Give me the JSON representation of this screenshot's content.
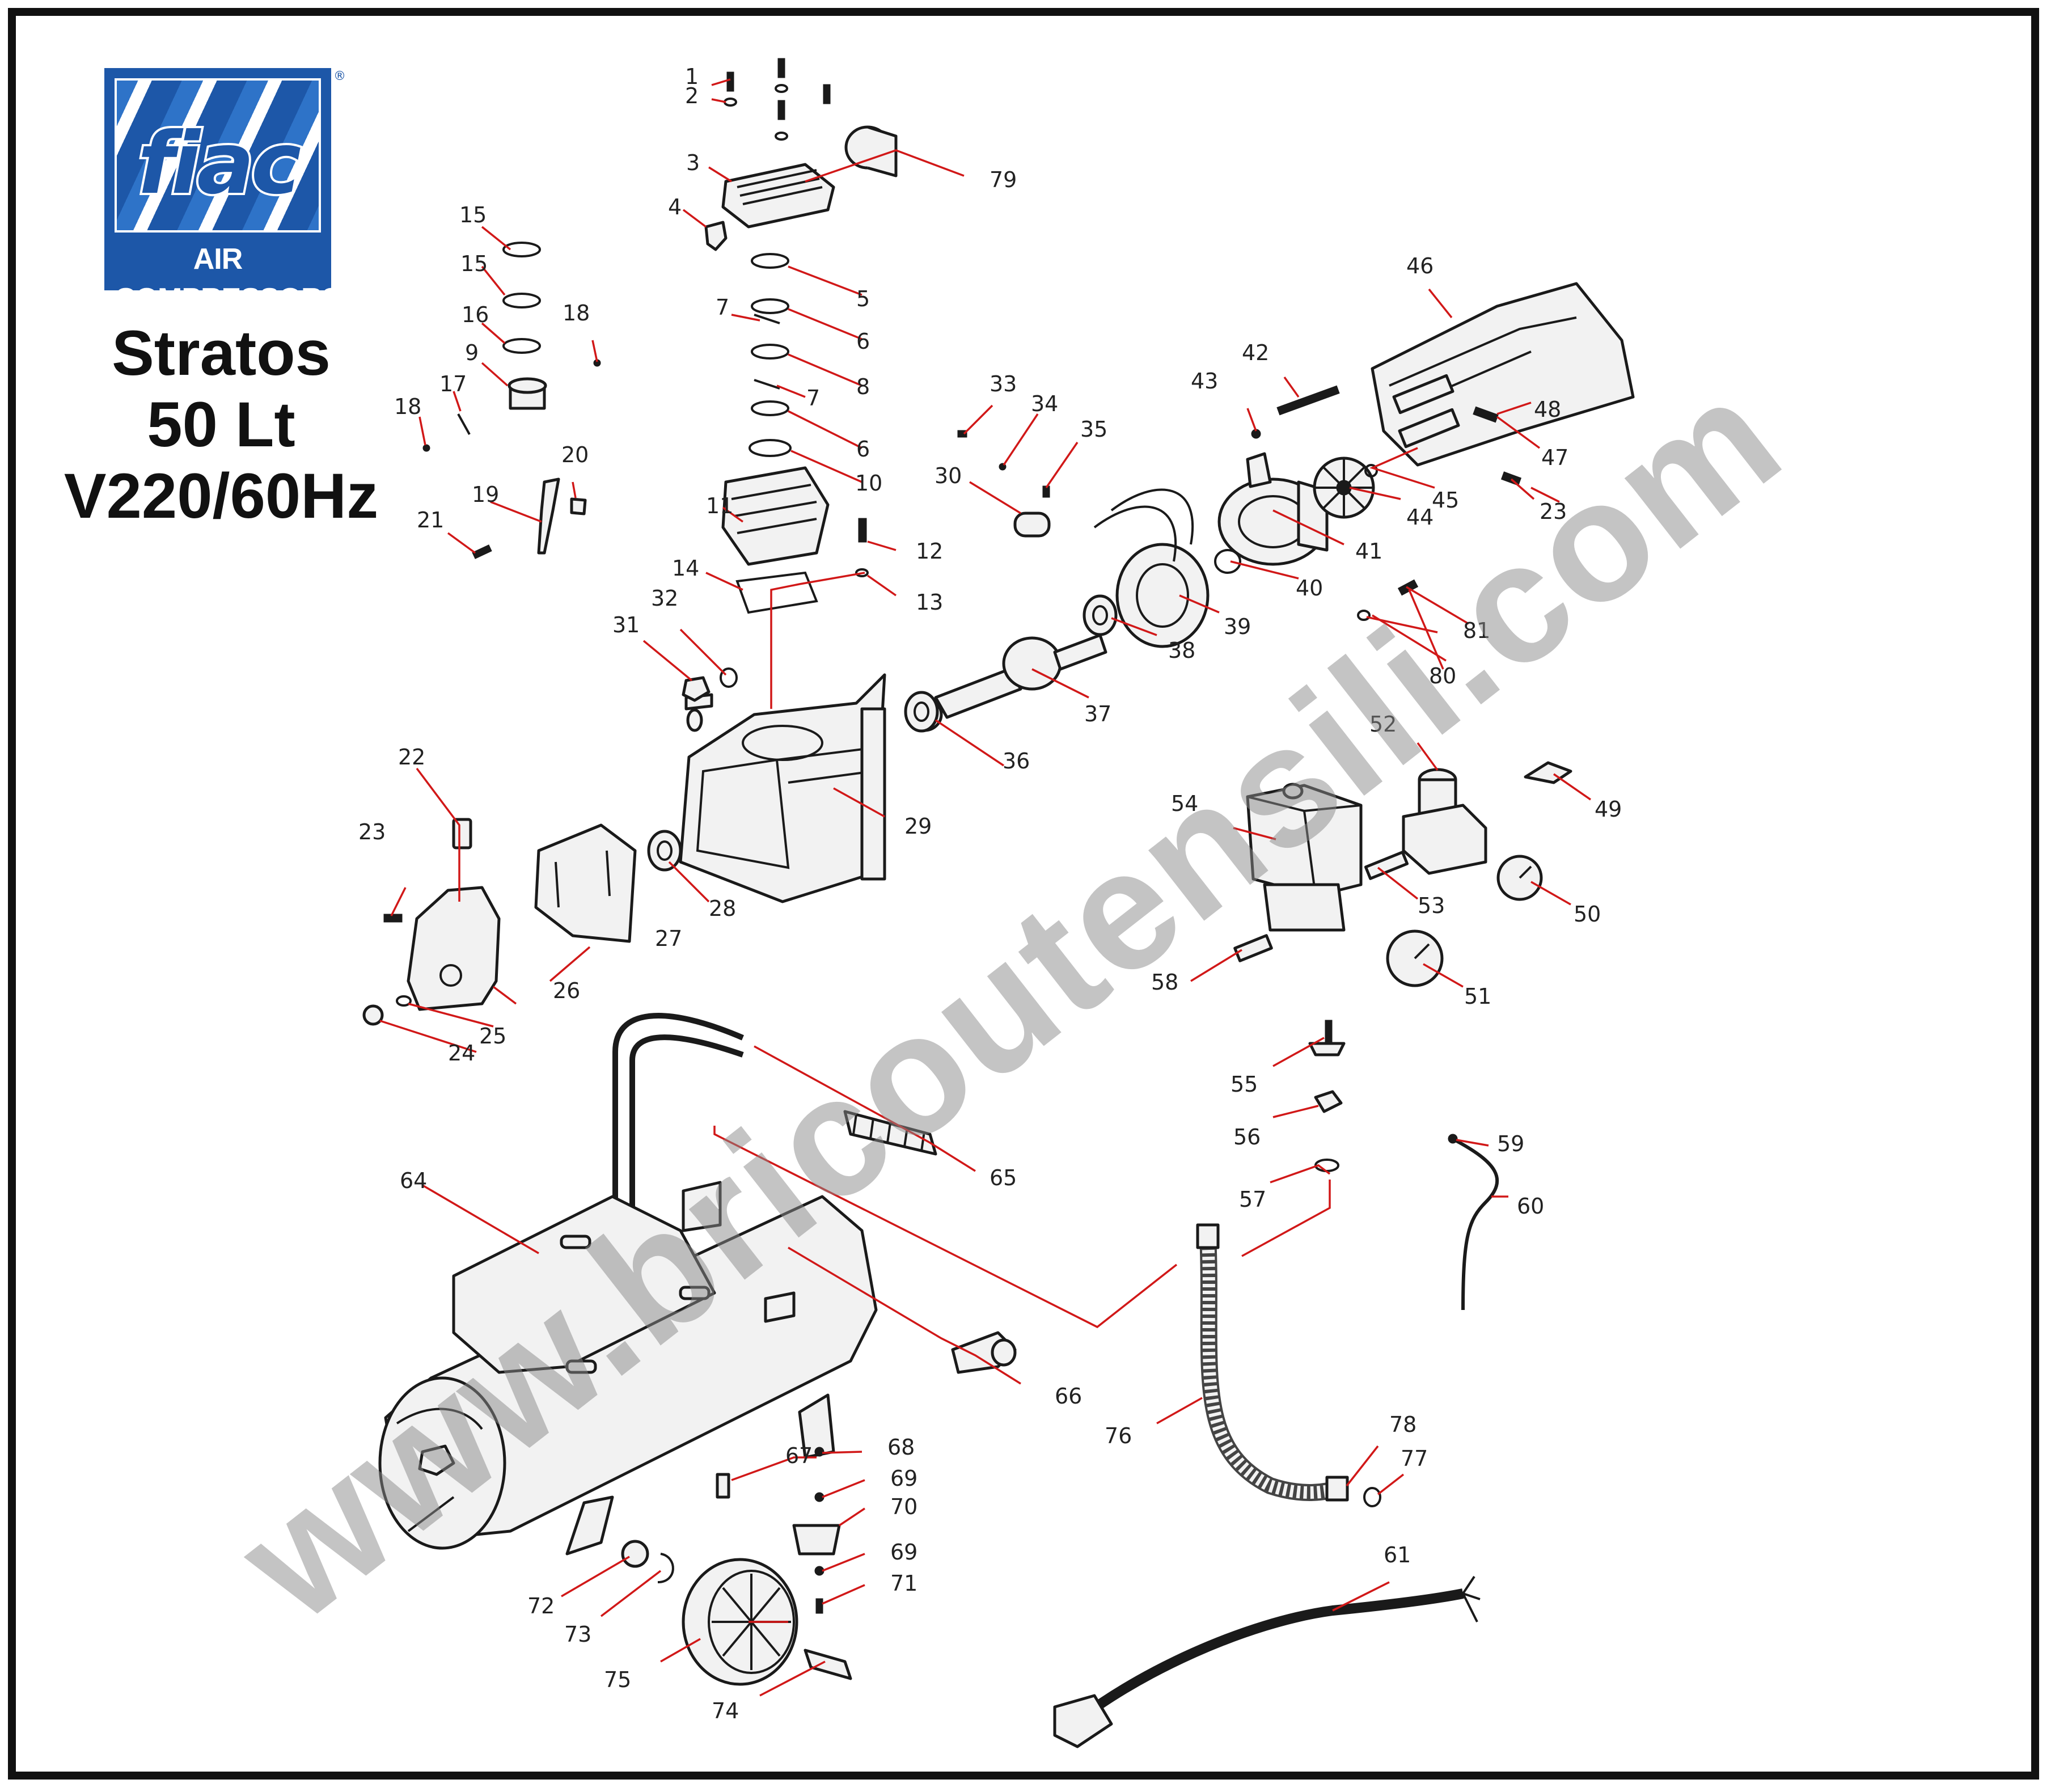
{
  "brand": {
    "logo_word": "fiac",
    "logo_tagline": "AIR COMPRESSORS",
    "registered_mark": "®",
    "colors": {
      "logo_blue": "#1d57a8",
      "leader_red": "#d11818"
    }
  },
  "model": {
    "line1": "Stratos",
    "line2": "50 Lt",
    "line3": "V220/60Hz"
  },
  "watermark": "www.bricoutensili.com",
  "callouts": [
    {
      "id": "c1",
      "label": "1"
    },
    {
      "id": "c2",
      "label": "2"
    },
    {
      "id": "c3",
      "label": "3"
    },
    {
      "id": "c4",
      "label": "4"
    },
    {
      "id": "c5",
      "label": "5"
    },
    {
      "id": "c6a",
      "label": "6"
    },
    {
      "id": "c6b",
      "label": "6"
    },
    {
      "id": "c7a",
      "label": "7"
    },
    {
      "id": "c7b",
      "label": "7"
    },
    {
      "id": "c8",
      "label": "8"
    },
    {
      "id": "c9",
      "label": "9"
    },
    {
      "id": "c10",
      "label": "10"
    },
    {
      "id": "c11",
      "label": "11"
    },
    {
      "id": "c12",
      "label": "12"
    },
    {
      "id": "c13",
      "label": "13"
    },
    {
      "id": "c14",
      "label": "14"
    },
    {
      "id": "c15a",
      "label": "15"
    },
    {
      "id": "c15b",
      "label": "15"
    },
    {
      "id": "c16",
      "label": "16"
    },
    {
      "id": "c17",
      "label": "17"
    },
    {
      "id": "c18a",
      "label": "18"
    },
    {
      "id": "c18b",
      "label": "18"
    },
    {
      "id": "c19",
      "label": "19"
    },
    {
      "id": "c20",
      "label": "20"
    },
    {
      "id": "c21",
      "label": "21"
    },
    {
      "id": "c22",
      "label": "22"
    },
    {
      "id": "c23a",
      "label": "23"
    },
    {
      "id": "c23b",
      "label": "23"
    },
    {
      "id": "c24",
      "label": "24"
    },
    {
      "id": "c25",
      "label": "25"
    },
    {
      "id": "c26",
      "label": "26"
    },
    {
      "id": "c27",
      "label": "27"
    },
    {
      "id": "c28",
      "label": "28"
    },
    {
      "id": "c29",
      "label": "29"
    },
    {
      "id": "c30",
      "label": "30"
    },
    {
      "id": "c31",
      "label": "31"
    },
    {
      "id": "c32",
      "label": "32"
    },
    {
      "id": "c33",
      "label": "33"
    },
    {
      "id": "c34",
      "label": "34"
    },
    {
      "id": "c35",
      "label": "35"
    },
    {
      "id": "c36",
      "label": "36"
    },
    {
      "id": "c37",
      "label": "37"
    },
    {
      "id": "c38",
      "label": "38"
    },
    {
      "id": "c39",
      "label": "39"
    },
    {
      "id": "c40",
      "label": "40"
    },
    {
      "id": "c41",
      "label": "41"
    },
    {
      "id": "c42",
      "label": "42"
    },
    {
      "id": "c43",
      "label": "43"
    },
    {
      "id": "c44",
      "label": "44"
    },
    {
      "id": "c45",
      "label": "45"
    },
    {
      "id": "c46",
      "label": "46"
    },
    {
      "id": "c47",
      "label": "47"
    },
    {
      "id": "c48",
      "label": "48"
    },
    {
      "id": "c49",
      "label": "49"
    },
    {
      "id": "c50",
      "label": "50"
    },
    {
      "id": "c51",
      "label": "51"
    },
    {
      "id": "c52",
      "label": "52"
    },
    {
      "id": "c53",
      "label": "53"
    },
    {
      "id": "c54",
      "label": "54"
    },
    {
      "id": "c55",
      "label": "55"
    },
    {
      "id": "c56",
      "label": "56"
    },
    {
      "id": "c57",
      "label": "57"
    },
    {
      "id": "c58",
      "label": "58"
    },
    {
      "id": "c59",
      "label": "59"
    },
    {
      "id": "c60",
      "label": "60"
    },
    {
      "id": "c61",
      "label": "61"
    },
    {
      "id": "c64",
      "label": "64"
    },
    {
      "id": "c65",
      "label": "65"
    },
    {
      "id": "c66",
      "label": "66"
    },
    {
      "id": "c67",
      "label": "67"
    },
    {
      "id": "c68",
      "label": "68"
    },
    {
      "id": "c69a",
      "label": "69"
    },
    {
      "id": "c69b",
      "label": "69"
    },
    {
      "id": "c70",
      "label": "70"
    },
    {
      "id": "c71",
      "label": "71"
    },
    {
      "id": "c72",
      "label": "72"
    },
    {
      "id": "c73",
      "label": "73"
    },
    {
      "id": "c74",
      "label": "74"
    },
    {
      "id": "c75",
      "label": "75"
    },
    {
      "id": "c76",
      "label": "76"
    },
    {
      "id": "c77",
      "label": "77"
    },
    {
      "id": "c78",
      "label": "78"
    },
    {
      "id": "c79",
      "label": "79"
    },
    {
      "id": "c80",
      "label": "80"
    },
    {
      "id": "c81",
      "label": "81"
    }
  ]
}
